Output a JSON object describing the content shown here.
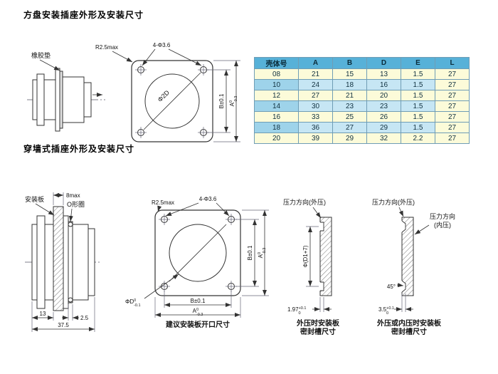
{
  "page": {
    "title1": "方盘安装插座外形及安装尺寸",
    "title2": "穿墙式插座外形及安装尺寸"
  },
  "table": {
    "headers": [
      "壳体号",
      "A",
      "B",
      "D",
      "E",
      "L"
    ],
    "rows": [
      [
        "08",
        "21",
        "15",
        "13",
        "1.5",
        "27"
      ],
      [
        "10",
        "24",
        "18",
        "16",
        "1.5",
        "27"
      ],
      [
        "12",
        "27",
        "21",
        "20",
        "1.5",
        "27"
      ],
      [
        "14",
        "30",
        "23",
        "23",
        "1.5",
        "27"
      ],
      [
        "16",
        "33",
        "25",
        "26",
        "1.5",
        "27"
      ],
      [
        "18",
        "36",
        "27",
        "29",
        "1.5",
        "27"
      ],
      [
        "20",
        "39",
        "29",
        "32",
        "2.2",
        "27"
      ]
    ],
    "colors": {
      "header_bg": "#57b1d8",
      "row_yellow": "#fcfbd9",
      "row_blue": "#c6e6f4",
      "row_blue_dark": "#9ed3ea",
      "border": "#6f9db5"
    }
  },
  "top_drawing": {
    "rubber_pad_label": "橡胶垫",
    "corner_radius_label": "R2.5max",
    "holes_label": "4-Φ3.6",
    "center_dia_label": "Φ2D",
    "dim_b": "B±0.1",
    "a_base": "A",
    "a_sup": "0",
    "a_sub": "-0.3"
  },
  "bottom_left_drawing": {
    "plate_label": "安装板",
    "oring_label": "O形圈",
    "plate_thickness": "8max",
    "dim_13": "13",
    "dim_2_5": "2.5",
    "dim_37_5": "37.5"
  },
  "bottom_mid_drawing": {
    "corner_radius_label": "R2.5max",
    "holes_label": "4-Φ3.6",
    "dim_b": "B±0.1",
    "a_base": "A",
    "a_sup": "0",
    "a_sub": "-0.3",
    "phid_base": "ΦD",
    "phid_sup": "0",
    "phid_sub": "-0.1",
    "caption": "建议安装板开口尺寸"
  },
  "groove_ext": {
    "pressure_label": "压力方向(外压)",
    "phi_label": "Φ(D1+7)",
    "width_base": "1.97",
    "width_sup": "+0.1",
    "width_sub": "0",
    "caption_line1": "外压时安装板",
    "caption_line2": "密封槽尺寸"
  },
  "groove_both": {
    "pressure_out_label": "压力方向(外压)",
    "pressure_in_line1": "压力方向",
    "pressure_in_line2": "(内压)",
    "chamfer_angle": "45°",
    "width_base": "3.5",
    "width_sup": "+0.1",
    "width_sub": "0",
    "caption_line1": "外压或内压时安装板",
    "caption_line2": "密封槽尺寸"
  }
}
